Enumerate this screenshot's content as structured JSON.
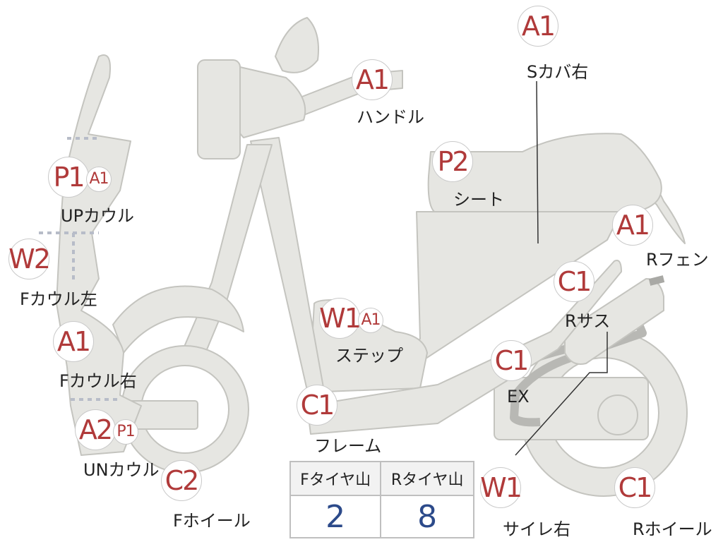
{
  "parts": {
    "handle": {
      "code": "A1",
      "label": "ハンドル"
    },
    "s_cover_right": {
      "code": "A1",
      "label": "Sカバ右"
    },
    "seat": {
      "code": "P2",
      "label": "シート"
    },
    "r_fender": {
      "code": "A1",
      "label": "Rフェン"
    },
    "r_suspension": {
      "code": "C1",
      "label": "Rサス"
    },
    "exhaust": {
      "code": "C1",
      "label": "EX"
    },
    "step": {
      "code": "W1",
      "code2": "A1",
      "label": "ステップ"
    },
    "frame": {
      "code": "C1",
      "label": "フレーム"
    },
    "up_cowl": {
      "code": "P1",
      "code2": "A1",
      "label": "UPカウル"
    },
    "f_cowl_left": {
      "code": "W2",
      "label": "Fカウル左"
    },
    "f_cowl_right": {
      "code": "A1",
      "label": "Fカウル右"
    },
    "un_cowl": {
      "code": "A2",
      "code2": "P1",
      "label": "UNカウル"
    },
    "f_wheel": {
      "code": "C2",
      "label": "Fホイール"
    },
    "side_stand_right": {
      "code": "W1",
      "label": "サイレ右"
    },
    "r_wheel": {
      "code": "C1",
      "label": "Rホイール"
    }
  },
  "tire_table": {
    "headers": [
      "Fタイヤ山",
      "Rタイヤ山"
    ],
    "values": [
      "2",
      "8"
    ]
  },
  "colors": {
    "part_fill": "#e6e6e2",
    "part_stroke": "#c4c4bf",
    "code_text": "#b03a3a",
    "value_text": "#2c4a8a"
  }
}
